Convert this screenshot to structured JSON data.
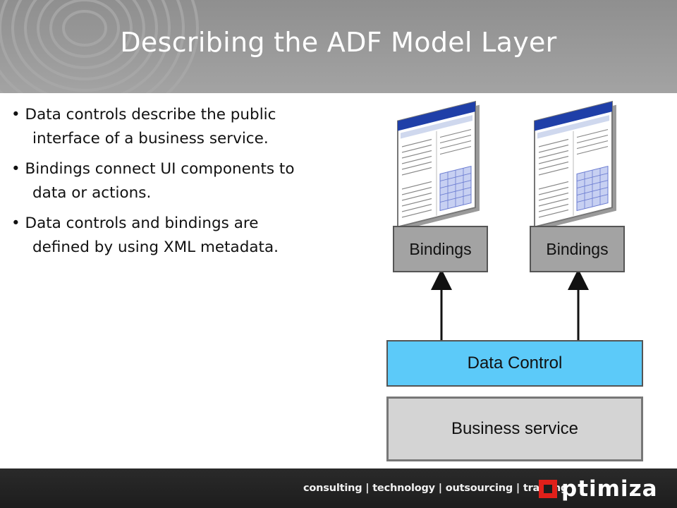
{
  "header": {
    "title": "Describing the ADF Model Layer"
  },
  "bullets": [
    {
      "line1": "• Data controls describe the public",
      "line2": "interface of a business service."
    },
    {
      "line1": "• Bindings connect UI components to",
      "line2": "data or actions."
    },
    {
      "line1": "• Data controls and bindings are",
      "line2": "defined by using XML metadata."
    }
  ],
  "diagram": {
    "bindings_left": "Bindings",
    "bindings_right": "Bindings",
    "data_control": "Data Control",
    "business_service": "Business service",
    "icons": [
      "ui-page-icon",
      "ui-page-icon"
    ],
    "colors": {
      "bindings": "#a3a3a3",
      "data_control": "#5ccaf9",
      "business_service": "#d4d4d4"
    }
  },
  "footer": {
    "tagline": "consulting | technology | outsourcing | training",
    "logo": "ptimiza",
    "accent": "#e0201a"
  }
}
